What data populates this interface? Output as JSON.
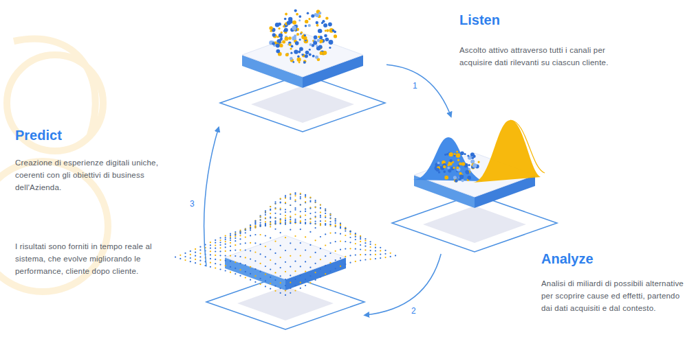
{
  "diagram": {
    "nodes": [
      {
        "text": [
          "Listen",
          "Ascolto attivo attraverso tutti i canali per acquisire dati rilevanti su ciascun cliente."
        ]
      },
      {
        "text": [
          "Analyze",
          "Analisi di miliardi di possibili alternative per scoprire cause ed effetti, partendo dai dati acquisiti e dal contesto."
        ]
      },
      {
        "text": [
          "Predict",
          "Creazione di esperienze digitali uniche, coerenti con gli obiettivi di business dell'Azienda.",
          "I risultati sono forniti in tempo reale al sistema, che evolve migliorando le performance, cliente dopo cliente."
        ]
      }
    ],
    "edges": [
      {
        "from": 0,
        "to": 1,
        "label": "1",
        "arrow": "to"
      },
      {
        "from": 1,
        "to": 2,
        "label": "2",
        "arrow": "to"
      },
      {
        "from": 2,
        "to": 0,
        "label": "3",
        "arrow": "to"
      }
    ]
  }
}
